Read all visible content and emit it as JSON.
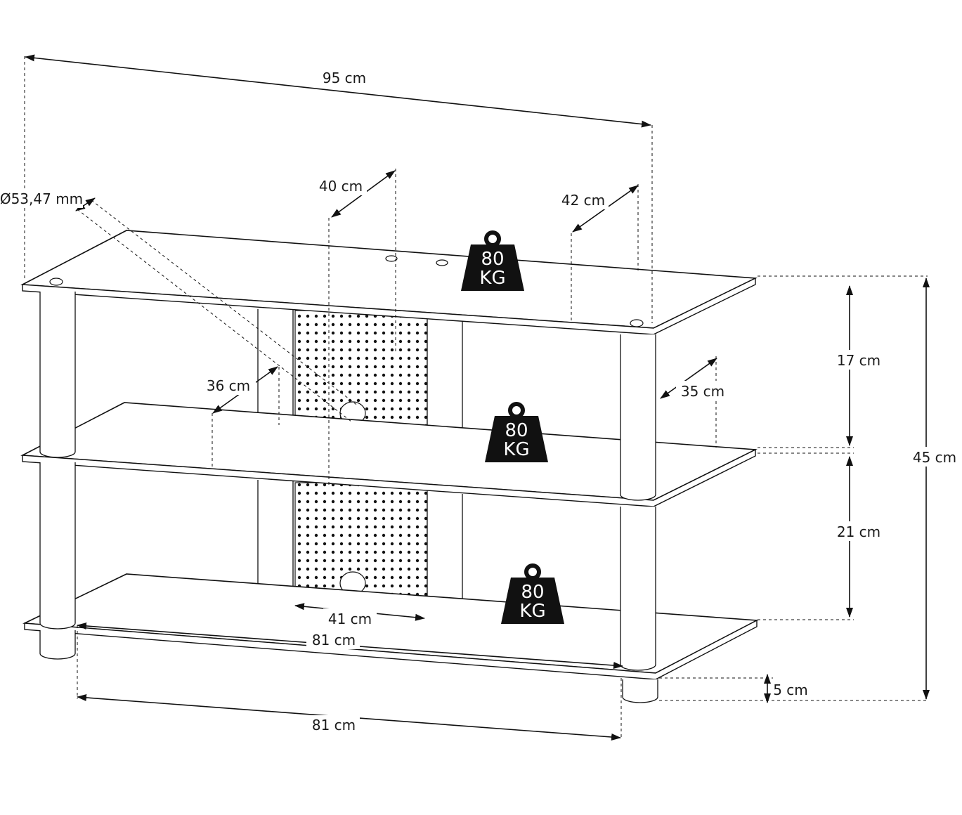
{
  "dimensions": {
    "width_total": "95 cm",
    "depth_top": "40 cm",
    "depth_top_right": "42 cm",
    "hole_diameter": "Ø53,47 mm",
    "depth_middle_left": "36 cm",
    "depth_middle_right": "35 cm",
    "height_upper": "17 cm",
    "height_lower": "21 cm",
    "height_total": "45 cm",
    "panel_width": "41 cm",
    "inner_width": "81 cm",
    "foot_width": "81 cm",
    "foot_height": "5 cm"
  },
  "load": {
    "top": {
      "value": "80",
      "unit": "KG"
    },
    "middle": {
      "value": "80",
      "unit": "KG"
    },
    "bottom": {
      "value": "80",
      "unit": "KG"
    }
  },
  "colors": {
    "line": "#111111",
    "weight_fill": "#111111",
    "background": "#ffffff"
  },
  "icons": [
    "weight-icon"
  ]
}
